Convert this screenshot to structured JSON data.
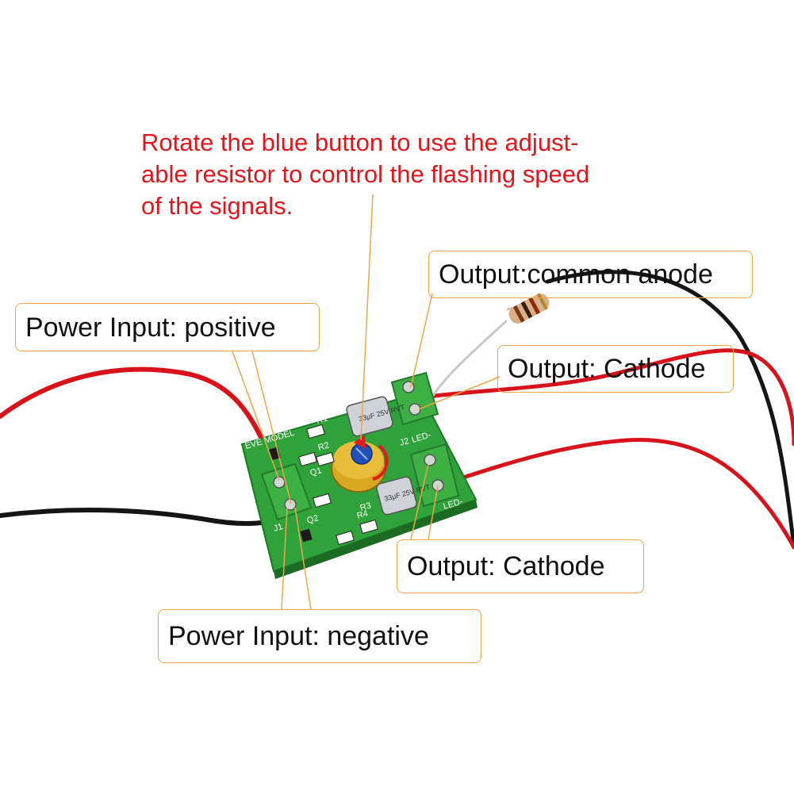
{
  "instruction": {
    "lines": [
      "Rotate the blue button to use the adjust-",
      "able resistor to control the flashing speed",
      "of the signals."
    ]
  },
  "callouts": {
    "power_positive": "Power Input: positive",
    "power_negative": "Power Input: negative",
    "output_common_anode": "Output:common anode",
    "output_cathode_top": "Output: Cathode",
    "output_cathode_bottom": "Output: Cathode"
  },
  "board": {
    "silkscreen_brand": "EVE MODEL",
    "labels": {
      "r1": "R1",
      "r2": "R2",
      "r3": "R3",
      "r4": "R4",
      "j1": "J1",
      "j2": "J2",
      "led_top": "LED-",
      "led_bottom": "LED-",
      "q1": "Q1",
      "q2": "Q2"
    },
    "cap_text_top": "33µF 25V RVT",
    "cap_text_bottom": "33µF 25V RVT"
  },
  "colors": {
    "instruction_text": "#e4141b",
    "callout_border": "#f0a54a",
    "pcb_green": "#2fa33a",
    "terminal_green": "#3cb043",
    "wire_red": "#d8121b",
    "wire_black": "#151515",
    "potentiometer_blue": "#1f4fb8",
    "potentiometer_gold": "#d9a722"
  }
}
